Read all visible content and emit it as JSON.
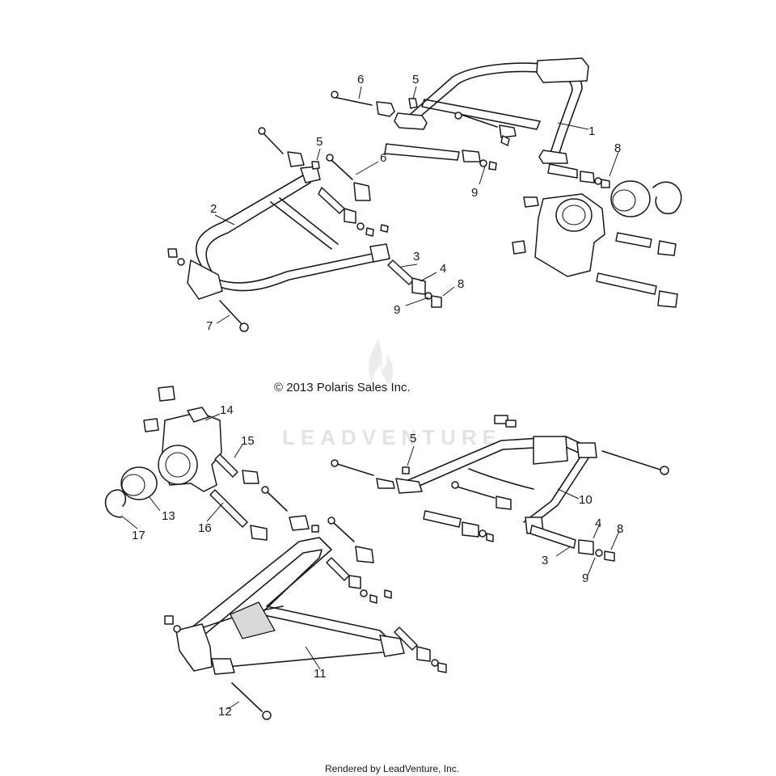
{
  "copyright": "© 2013 Polaris Sales Inc.",
  "footer": "Rendered by LeadVenture, Inc.",
  "watermark": "LEADVENTURE",
  "callouts": [
    {
      "id": "c-6a",
      "label": "6"
    },
    {
      "id": "c-5a",
      "label": "5"
    },
    {
      "id": "c-1",
      "label": "1"
    },
    {
      "id": "c-5b",
      "label": "5"
    },
    {
      "id": "c-6b",
      "label": "6"
    },
    {
      "id": "c-8a",
      "label": "8"
    },
    {
      "id": "c-9a",
      "label": "9"
    },
    {
      "id": "c-2",
      "label": "2"
    },
    {
      "id": "c-3a",
      "label": "3"
    },
    {
      "id": "c-4a",
      "label": "4"
    },
    {
      "id": "c-8b",
      "label": "8"
    },
    {
      "id": "c-9b",
      "label": "9"
    },
    {
      "id": "c-7",
      "label": "7"
    },
    {
      "id": "c-14",
      "label": "14"
    },
    {
      "id": "c-15",
      "label": "15"
    },
    {
      "id": "c-5c",
      "label": "5"
    },
    {
      "id": "c-13",
      "label": "13"
    },
    {
      "id": "c-17",
      "label": "17"
    },
    {
      "id": "c-16",
      "label": "16"
    },
    {
      "id": "c-10",
      "label": "10"
    },
    {
      "id": "c-4b",
      "label": "4"
    },
    {
      "id": "c-8c",
      "label": "8"
    },
    {
      "id": "c-3b",
      "label": "3"
    },
    {
      "id": "c-9c",
      "label": "9"
    },
    {
      "id": "c-11",
      "label": "11"
    },
    {
      "id": "c-12",
      "label": "12"
    }
  ]
}
